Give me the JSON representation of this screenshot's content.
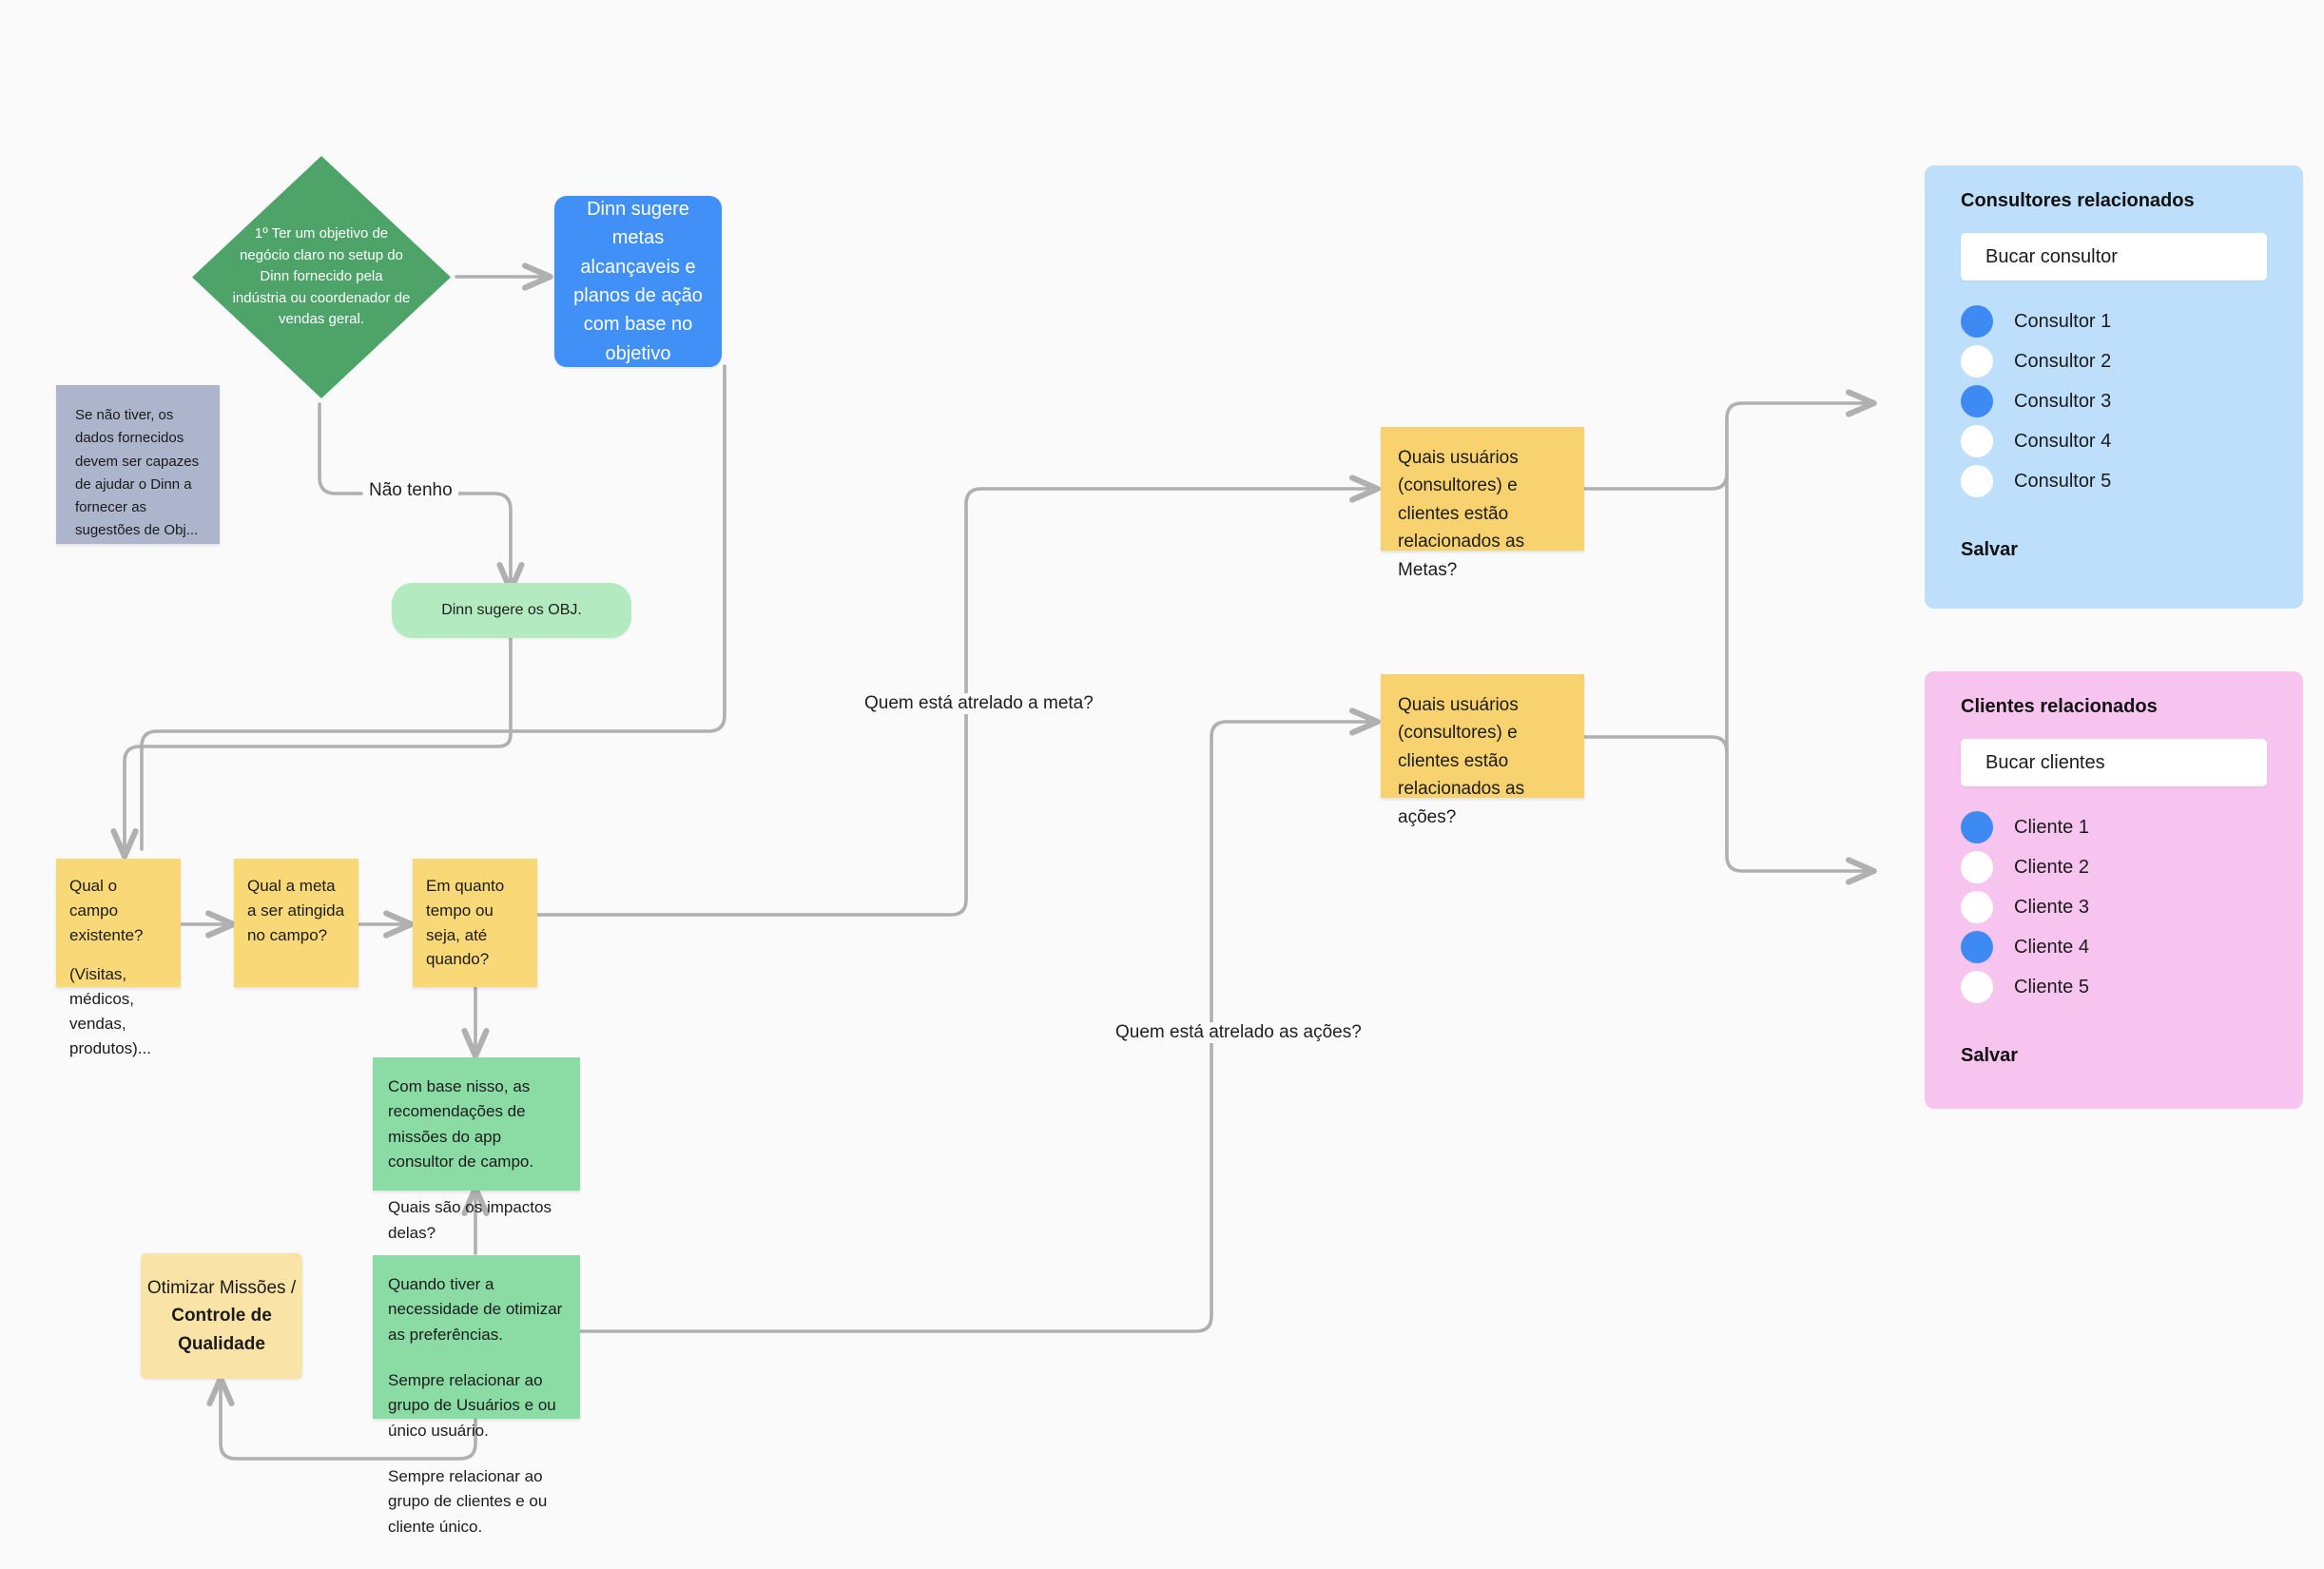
{
  "canvas": {
    "background": "#fafafa",
    "edge_color": "#b0b0b0"
  },
  "nodes": {
    "objective_diamond": {
      "text": "1º Ter um objetivo de negócio claro no setup do Dinn fornecido pela indústria ou coordenador de vendas geral.",
      "color": "#4da368",
      "shape": "diamond"
    },
    "dinn_suggest_goals": {
      "text": "Dinn sugere metas alcançaveis e planos de ação com base no objetivo",
      "color": "#4090f7",
      "shape": "rounded-rect"
    },
    "gray_note": {
      "text": "Se não tiver, os dados fornecidos devem ser capazes de ajudar o Dinn a fornecer as sugestões de Obj...",
      "color": "#adb5cd",
      "shape": "sticky"
    },
    "dinn_suggests_obj": {
      "text": "Dinn sugere os OBJ.",
      "color": "#b3eabf",
      "shape": "pill"
    },
    "field_question": {
      "line1": "Qual o campo existente?",
      "line2": "(Visitas, médicos, vendas, produtos)...",
      "color": "#f9d877",
      "shape": "sticky"
    },
    "goal_question": {
      "text": "Qual a meta a ser atingida no campo?",
      "color": "#f9d877",
      "shape": "sticky"
    },
    "time_question": {
      "text": "Em quanto tempo ou seja, até quando?",
      "color": "#f9d877",
      "shape": "sticky"
    },
    "recommendations_note": {
      "line1": "Com base nisso, as recomendações de missões do app consultor de campo.",
      "line2": "Quais são os impactos delas?",
      "color": "#8bdca4",
      "shape": "sticky"
    },
    "preferences_note": {
      "line1": "Quando tiver a necessidade de otimizar as preferências.",
      "line2": "Sempre relacionar ao grupo de Usuários e ou único usuário.",
      "line3": "Sempre relacionar ao grupo de clientes e ou cliente único.",
      "color": "#8bdca4",
      "shape": "sticky"
    },
    "optimize_missions": {
      "line1": "Otimizar Missões /",
      "line2": "Controle de Qualidade",
      "color": "#fae3a6",
      "shape": "rounded-rect"
    },
    "users_metas_question": {
      "text": "Quais usuários (consultores) e clientes estão relacionados as Metas?",
      "color": "#f7d26e",
      "shape": "sticky"
    },
    "users_acoes_question": {
      "text": "Quais usuários (consultores) e clientes estão relacionados as ações?",
      "color": "#f7d26e",
      "shape": "sticky"
    }
  },
  "edge_labels": {
    "nao_tenho": "Não tenho",
    "quem_meta": "Quem está atrelado a meta?",
    "quem_acoes": "Quem está atrelado as ações?"
  },
  "panels": {
    "consultores": {
      "title": "Consultores relacionados",
      "search_value": "Bucar consultor",
      "background": "#bddffc",
      "items": [
        {
          "label": "Consultor 1",
          "selected": true
        },
        {
          "label": "Consultor 2",
          "selected": false
        },
        {
          "label": "Consultor 3",
          "selected": true
        },
        {
          "label": "Consultor 4",
          "selected": false
        },
        {
          "label": "Consultor 5",
          "selected": false
        }
      ],
      "save_label": "Salvar"
    },
    "clientes": {
      "title": "Clientes relacionados",
      "search_value": "Bucar clientes",
      "background": "#f7c3ef",
      "items": [
        {
          "label": "Cliente 1",
          "selected": true
        },
        {
          "label": "Cliente 2",
          "selected": false
        },
        {
          "label": "Cliente 3",
          "selected": false
        },
        {
          "label": "Cliente 4",
          "selected": true
        },
        {
          "label": "Cliente 5",
          "selected": false
        }
      ],
      "save_label": "Salvar"
    }
  }
}
